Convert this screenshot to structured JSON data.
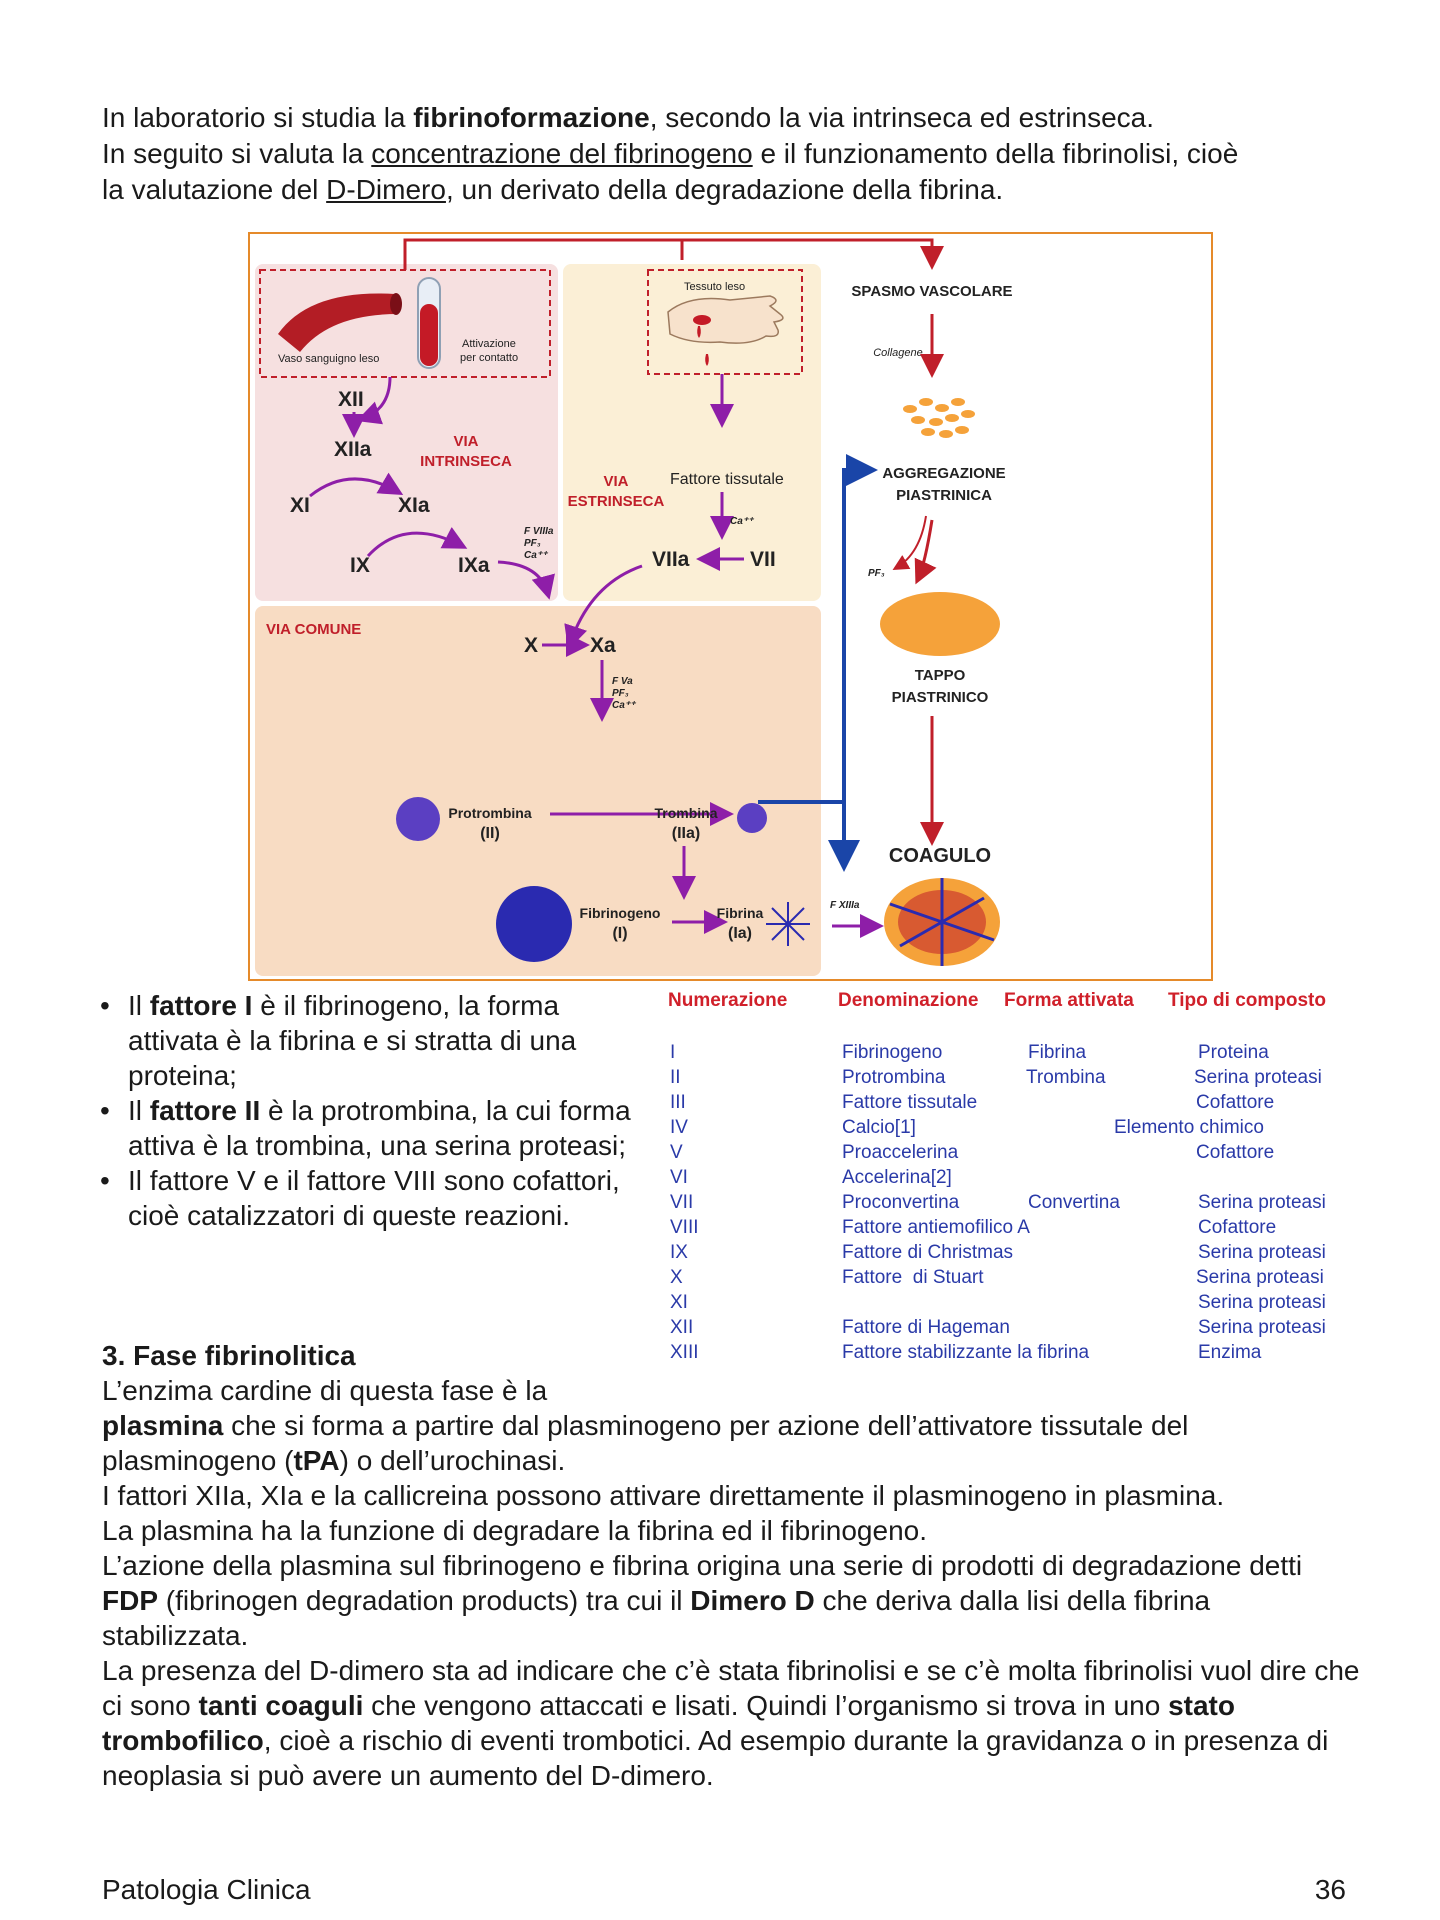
{
  "intro": {
    "l1_a": "In laboratorio si studia la ",
    "l1_b": "fibrinoformazione",
    "l1_c": ", secondo la via intrinseca ed estrinseca.",
    "l2_a": "In seguito si valuta la ",
    "l2_b": "concentrazione del fibrinogeno",
    "l2_c": " e il funzionamento della fibrinolisi, cioè",
    "l3_a": "la valutazione del ",
    "l3_b": "D-Dimero",
    "l3_c": ", un derivato della degradazione della fibrina."
  },
  "diagram": {
    "vaso": "Vaso sanguigno leso",
    "attivazione_1": "Attivazione",
    "attivazione_2": "per contatto",
    "tessuto": "Tessuto leso",
    "spasmo": "SPASMO VASCOLARE",
    "collagene": "Collagene",
    "aggregazione_1": "AGGREGAZIONE",
    "aggregazione_2": "PIASTRINICA",
    "pf3": "PF₃",
    "tappo_1": "TAPPO",
    "tappo_2": "PIASTRINICO",
    "coagulo": "COAGULO",
    "via_intr_1": "VIA",
    "via_intr_2": "INTRINSECA",
    "via_estr_1": "VIA",
    "via_estr_2": "ESTRINSECA",
    "via_comune": "VIA COMUNE",
    "fattore_tissutale": "Fattore tissutale",
    "ca": "Ca⁺⁺",
    "xii": "XII",
    "xiia": "XIIa",
    "xi": "XI",
    "xia": "XIa",
    "ix": "IX",
    "ixa": "IXa",
    "fviiia_1": "F VIIIa",
    "fviiia_2": "PF₃",
    "fviiia_3": "Ca⁺⁺",
    "viia": "VIIa",
    "vii": "VII",
    "x": "X",
    "xa": "Xa",
    "fva_1": "F Va",
    "fva_2": "PF₃",
    "fva_3": "Ca⁺⁺",
    "protrombina_1": "Protrombina",
    "protrombina_2": "(II)",
    "trombina_1": "Trombina",
    "trombina_2": "(IIa)",
    "fibrinogeno_1": "Fibrinogeno",
    "fibrinogeno_2": "(I)",
    "fibrina_1": "Fibrina",
    "fibrina_2": "(Ia)",
    "fxiiia": "F XIIIa"
  },
  "bullets": {
    "b1_a": "Il ",
    "b1_b": "fattore I",
    "b1_c": " è il fibrinogeno, la forma attivata è la fibrina e si stratta di una proteina;",
    "b2_a": "Il ",
    "b2_b": "fattore II",
    "b2_c": " è la protrombina, la cui forma attiva è la trombina, una serina proteasi;",
    "b3": "Il fattore V e il fattore VIII sono cofattori, cioè catalizzatori di queste reazioni."
  },
  "table": {
    "headers": [
      "Numerazione",
      "Denominazione",
      "Forma attivata",
      "Tipo di composto"
    ],
    "rows": [
      {
        "num": "I",
        "name": "Fibrinogeno",
        "active": "Fibrina",
        "type": "Proteina"
      },
      {
        "num": "II",
        "name": "Protrombina",
        "active": "Trombina",
        "type": "Serina proteasi"
      },
      {
        "num": "III",
        "name": "Fattore tissutale",
        "active": "",
        "type": "Cofattore"
      },
      {
        "num": "IV",
        "name": "Calcio[1]",
        "active": "",
        "type": "Elemento chimico"
      },
      {
        "num": "V",
        "name": "Proaccelerina",
        "active": "",
        "type": "Cofattore"
      },
      {
        "num": "VI",
        "name": "Accelerina[2]",
        "active": "",
        "type": ""
      },
      {
        "num": "VII",
        "name": "Proconvertina",
        "active": "Convertina",
        "type": "Serina proteasi"
      },
      {
        "num": "VIII",
        "name": "Fattore antiemofilico A",
        "active": "",
        "type": "Cofattore"
      },
      {
        "num": "IX",
        "name": "Fattore di Christmas",
        "active": "",
        "type": "Serina proteasi"
      },
      {
        "num": "X",
        "name": "Fattore  di Stuart",
        "active": "",
        "type": "Serina proteasi"
      },
      {
        "num": "XI",
        "name": "",
        "active": "",
        "type": "Serina proteasi"
      },
      {
        "num": "XII",
        "name": "Fattore di Hageman",
        "active": "",
        "type": "Serina proteasi"
      },
      {
        "num": "XIII",
        "name": "Fattore stabilizzante la fibrina",
        "active": "",
        "type": "Enzima"
      }
    ]
  },
  "section": {
    "title": "3. Fase fibrinolitica",
    "p1_a": "L’enzima cardine di questa fase è la",
    "p1_b": "plasmina",
    "p1_c": " che si forma a partire dal plasminogeno per azione dell’attivatore tissutale del plasminogeno (",
    "p1_d": "tPA",
    "p1_e": ") o dell’urochinasi.",
    "p2": "I fattori XIIa, XIa e la callicreina possono attivare direttamente il plasminogeno in plasmina.",
    "p3": "La plasmina ha la funzione di degradare la fibrina ed il fibrinogeno.",
    "p4_a": "L’azione della plasmina sul fibrinogeno e fibrina origina una serie di prodotti di degradazione detti ",
    "p4_b": "FDP",
    "p4_c": " (fibrinogen degradation products) tra cui il ",
    "p4_d": "Dimero D",
    "p4_e": " che deriva dalla lisi della fibrina stabilizzata.",
    "p5_a": "La presenza del D-dimero sta ad indicare che c’è stata fibrinolisi e se c’è molta fibrinolisi vuol dire che ci sono ",
    "p5_b": "tanti coaguli",
    "p5_c": " che vengono attaccati e lisati. Quindi l’organismo si trova in uno ",
    "p5_d": "stato trombofilico",
    "p5_e": ", cioè a rischio di eventi trombotici. Ad esempio durante la gravidanza o in presenza di neoplasia si può avere un aumento del D-dimero."
  },
  "footer": {
    "left": "Patologia Clinica",
    "page": "36"
  }
}
